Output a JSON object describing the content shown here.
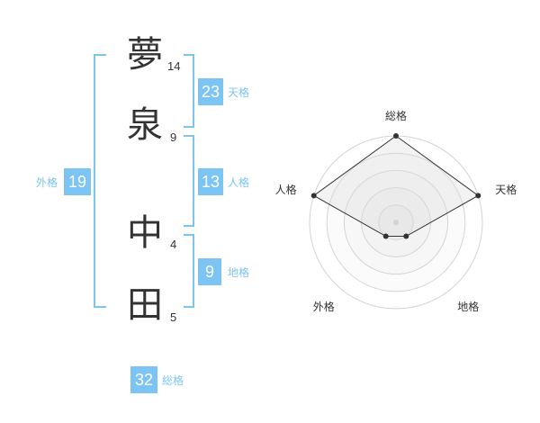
{
  "name": {
    "chars": [
      {
        "char": "夢",
        "strokes": "14"
      },
      {
        "char": "泉",
        "strokes": "9"
      },
      {
        "char": "中",
        "strokes": "4"
      },
      {
        "char": "田",
        "strokes": "5"
      }
    ]
  },
  "scores": {
    "tenkaku": {
      "value": "23",
      "label": "天格"
    },
    "jinkaku": {
      "value": "13",
      "label": "人格"
    },
    "chikaku": {
      "value": "9",
      "label": "地格"
    },
    "gaikaku": {
      "value": "19",
      "label": "外格"
    },
    "soukaku": {
      "value": "32",
      "label": "総格"
    }
  },
  "colors": {
    "accent": "#7cc4f3",
    "text": "#333333"
  },
  "chart_data": {
    "type": "radar",
    "axes": [
      "総格",
      "天格",
      "地格",
      "外格",
      "人格"
    ],
    "max": 5,
    "levels": 5,
    "values": [
      5,
      5,
      1,
      1,
      5
    ]
  }
}
